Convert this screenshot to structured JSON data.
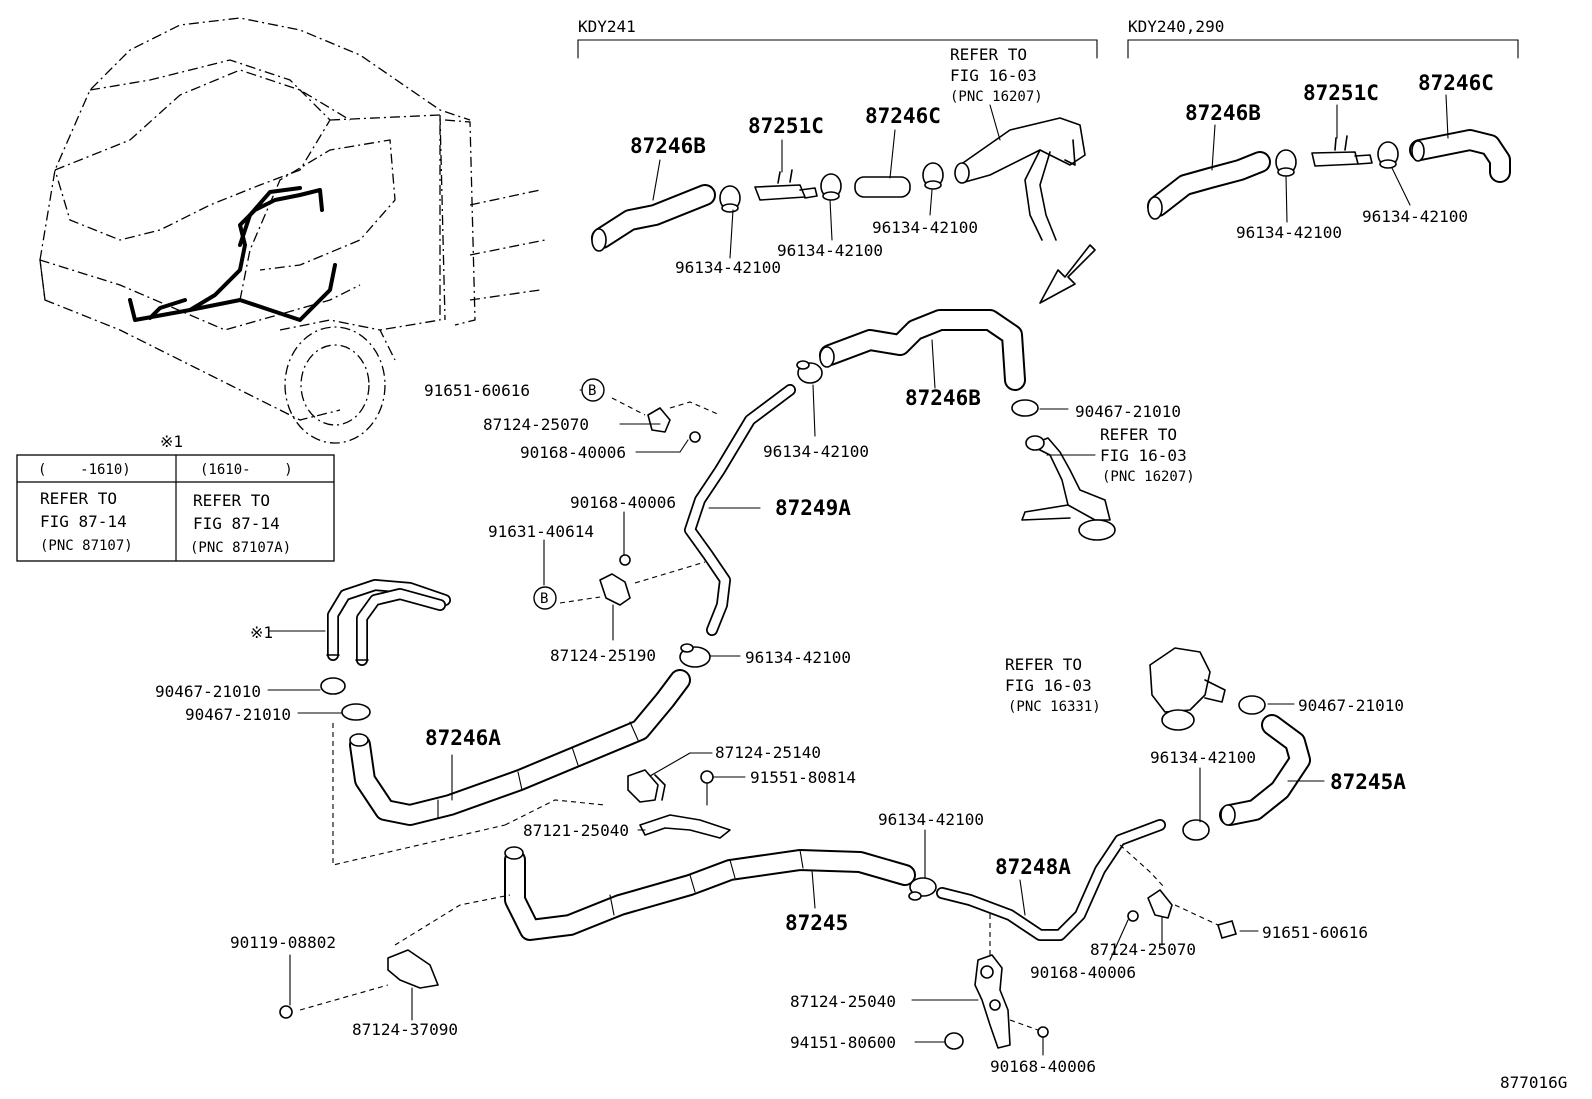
{
  "variants": {
    "left": "KDY241",
    "right": "KDY240,290"
  },
  "refer_box_note": {
    "mark": "※1",
    "col1_range": "(    -1610)",
    "col2_range": "(1610-    )",
    "col1_line1": "REFER TO",
    "col1_line2": "FIG 87-14",
    "col1_line3": "(PNC 87107)",
    "col2_line1": "REFER TO",
    "col2_line2": "FIG 87-14",
    "col2_line3": "(PNC 87107A)"
  },
  "refer_notes": [
    {
      "line1": "REFER TO",
      "line2": "FIG 16-03",
      "line3": "(PNC 16207)"
    },
    {
      "line1": "REFER TO",
      "line2": "FIG 16-03",
      "line3": "(PNC 16207)"
    },
    {
      "line1": "REFER TO",
      "line2": "FIG 16-03",
      "line3": "(PNC 16331)"
    }
  ],
  "callouts": {
    "hose_87246B": "87246B",
    "hose_87246C": "87246C",
    "joint_87251C": "87251C",
    "hose_87246A": "87246A",
    "hose_87245A": "87245A",
    "hose_87245": "87245",
    "pipe_87249A": "87249A",
    "pipe_87248A": "87248A",
    "clamp_96134_42100": "96134-42100",
    "clamp_90467_21010": "90467-21010",
    "bolt_91651_60616": "91651-60616",
    "clamp_87124_25070": "87124-25070",
    "screw_90168_40006": "90168-40006",
    "bolt_91631_40614": "91631-40614",
    "clamp_87124_25190": "87124-25190",
    "clamp_87124_25140": "87124-25140",
    "bolt_91551_80814": "91551-80814",
    "bracket_87121_25040": "87121-25040",
    "screw_90119_08802": "90119-08802",
    "bracket_87124_37090": "87124-37090",
    "bracket_87124_25040": "87124-25040",
    "nut_94151_80600": "94151-80600"
  },
  "mark_b": "B",
  "mark_star": "※1",
  "figure_id": "877016G"
}
